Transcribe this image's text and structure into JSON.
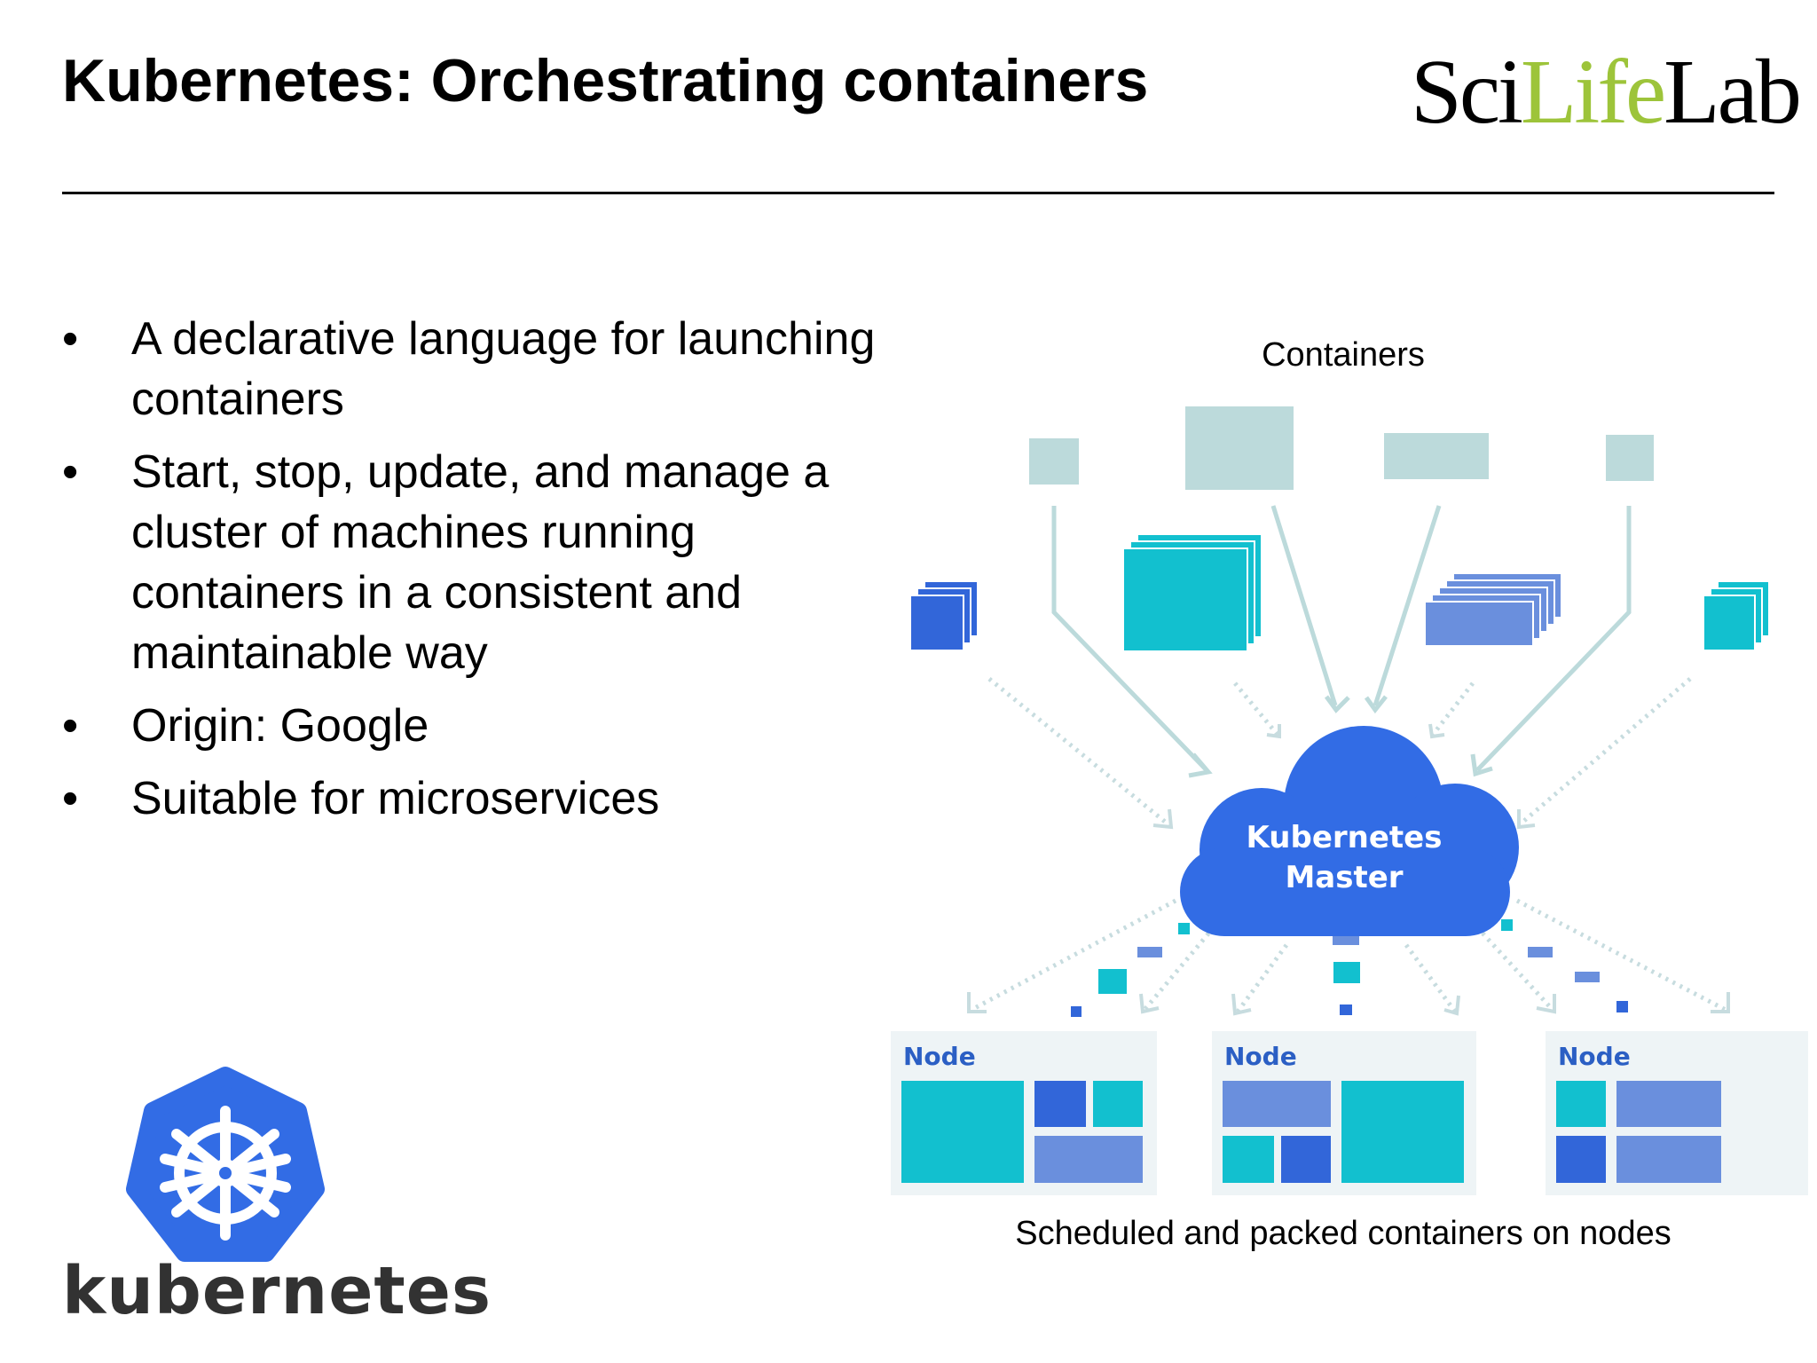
{
  "slide": {
    "title": "Kubernetes: Orchestrating containers",
    "logo": {
      "part1": "Sci",
      "part2": "Life",
      "part3": "Lab",
      "accent_color": "#9dc43a"
    },
    "bullets": [
      "A declarative language for launching containers",
      "Start, stop, update, and manage a cluster of machines running containers in a consistent and maintainable way",
      "Origin: Google",
      "Suitable for microservices"
    ],
    "bullet_marker": "•",
    "kubernetes_logo": {
      "wordmark": "kubernetes",
      "color": "#326ce5",
      "icon": "helm-wheel-icon"
    }
  },
  "diagram": {
    "top_label": "Containers",
    "master_label_line1": "Kubernetes",
    "master_label_line2": "Master",
    "node_labels": [
      "Node",
      "Node",
      "Node"
    ],
    "bottom_label": "Scheduled and packed containers on nodes",
    "colors": {
      "pale": "#bcdadb",
      "teal": "#12c0cf",
      "blue": "#3266d9",
      "mid_blue": "#6a8fdd",
      "cloud": "#326ce5",
      "node_bg": "#eef4f6",
      "node_text": "#2b5fc4"
    }
  }
}
